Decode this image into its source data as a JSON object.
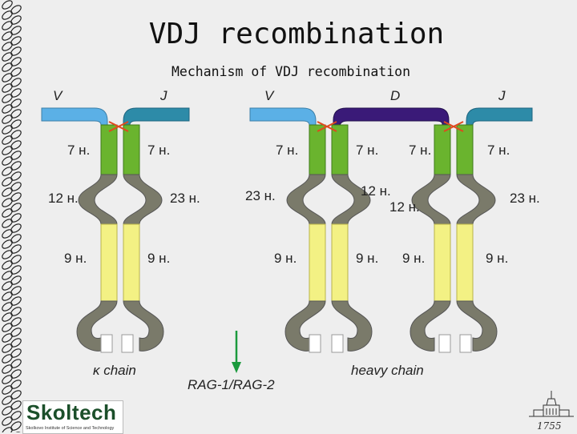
{
  "slide": {
    "title": "VDJ recombination",
    "subtitle": "Mechanism of VDJ recombination"
  },
  "diagram": {
    "left_panel": {
      "segment_labels": [
        "V",
        "J"
      ],
      "heptamer_labels": [
        "7 н.",
        "7 н."
      ],
      "spacer_labels": [
        "12 н.",
        "23 н."
      ],
      "nonamer_labels": [
        "9 н.",
        "9 н."
      ],
      "caption": "κ chain"
    },
    "right_panel": {
      "segment_labels": [
        "V",
        "D",
        "J"
      ],
      "heptamer_labels": [
        "7 н.",
        "7 н.",
        "7 н.",
        "7 н."
      ],
      "spacer_labels": [
        "23 н.",
        "12 н.",
        "12 н.",
        "23 н."
      ],
      "nonamer_labels": [
        "9 н.",
        "9 н.",
        "9 н.",
        "9 н."
      ],
      "caption": "heavy chain"
    },
    "enzyme_label": "RAG-1/RAG-2",
    "colors": {
      "v_segment": "#5bb0e6",
      "j_segment": "#2d8ba8",
      "d_segment": "#3a1a78",
      "heptamer": "#6ab42e",
      "spacer": "#7a7a6a",
      "nonamer": "#f3f184",
      "cut_mark": "#e0481e",
      "arrow": "#1a9a3c"
    }
  },
  "branding": {
    "logo_name": "Skoltech",
    "logo_subtitle": "Skolkovo Institute of Science and Technology",
    "crest_year": "1755",
    "border_pattern": "dna-helix-chain"
  }
}
